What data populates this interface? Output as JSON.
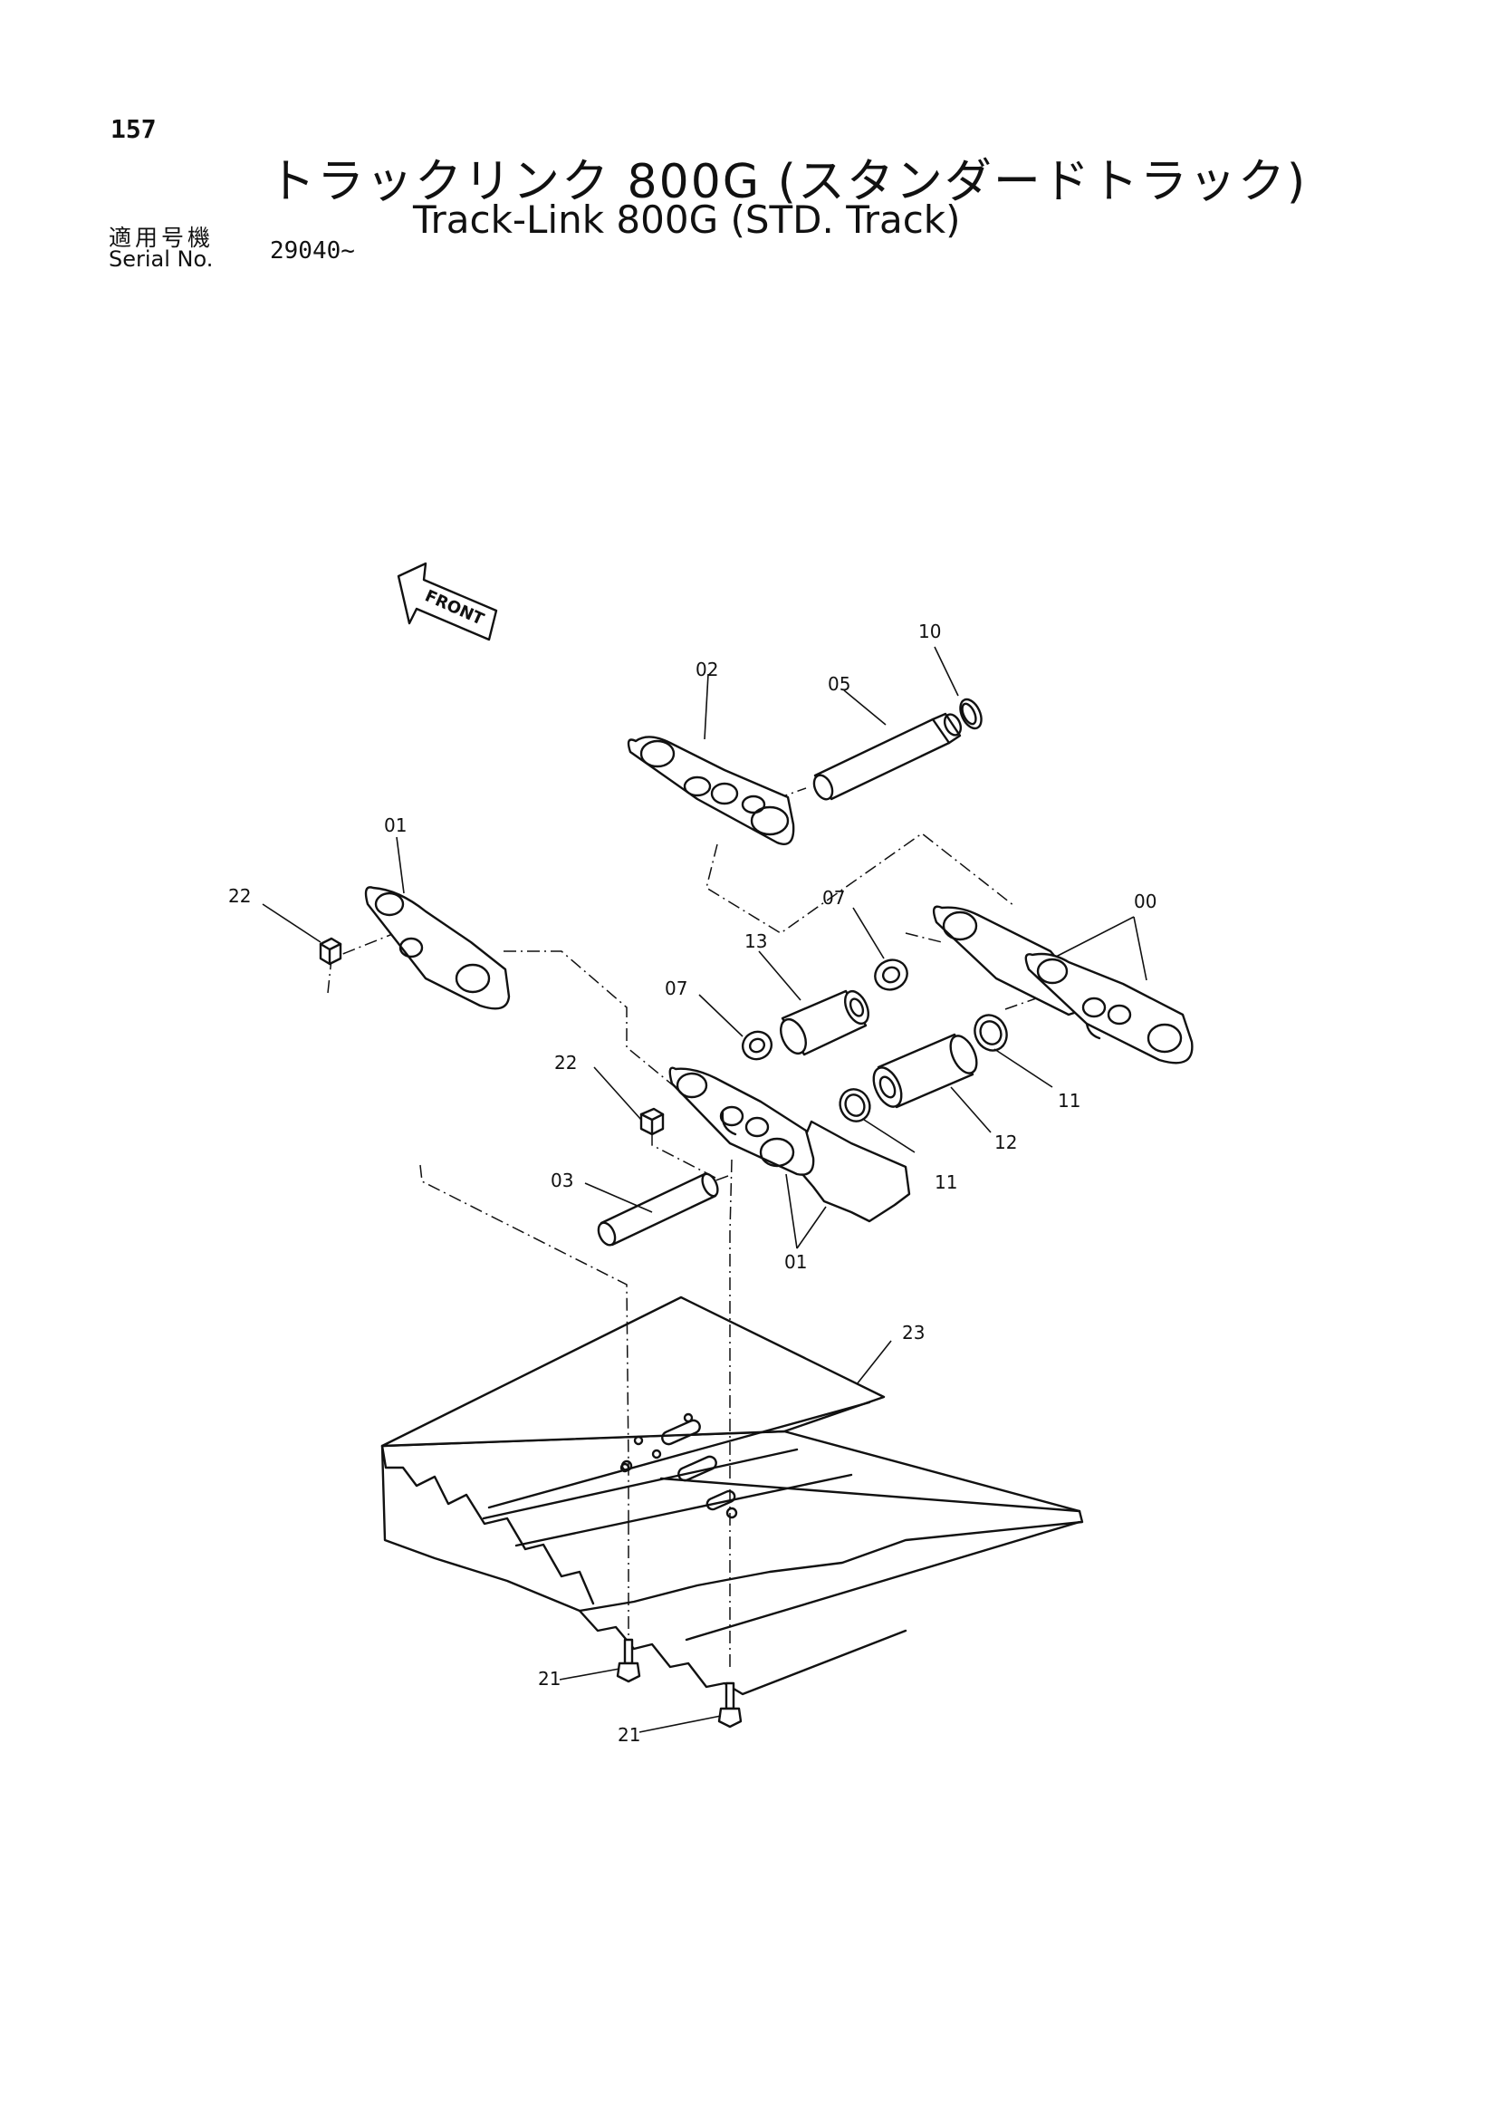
{
  "header": {
    "page_number": "157",
    "title_jp": "トラックリンク 800G (スタンダードトラック)",
    "title_en": "Track-Link 800G (STD. Track)",
    "serial_label_jp": "適用号機",
    "serial_label_en": "Serial No.",
    "serial_value": "29040~"
  },
  "diagram": {
    "front_label": "FRONT",
    "callouts": {
      "c00": "00",
      "c01a": "01",
      "c01b": "01",
      "c02": "02",
      "c03": "03",
      "c05": "05",
      "c07a": "07",
      "c07b": "07",
      "c10": "10",
      "c11a": "11",
      "c11b": "11",
      "c12": "12",
      "c13": "13",
      "c21a": "21",
      "c21b": "21",
      "c22a": "22",
      "c22b": "22",
      "c23": "23"
    }
  }
}
